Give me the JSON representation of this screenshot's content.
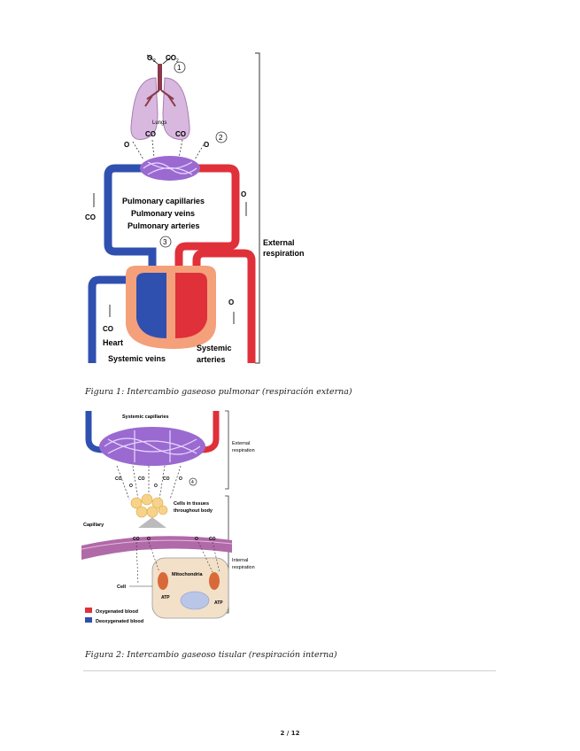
{
  "figure1": {
    "caption": "Figura 1: Intercambio gaseoso pulmonar (respiración externa)",
    "labels": {
      "o2_top": "O",
      "co2_top": "CO",
      "lungs": "Lungs",
      "pulmonary_capillaries": "Pulmonary capillaries",
      "pulmonary_veins": "Pulmonary veins",
      "pulmonary_arteries": "Pulmonary arteries",
      "heart": "Heart",
      "systemic_veins": "Systemic veins",
      "systemic_arteries_1": "Systemic",
      "systemic_arteries_2": "arteries",
      "external_respiration_1": "External",
      "external_respiration_2": "respiration",
      "co2_left": "CO",
      "o2_right": "O",
      "o2_lower_right": "O",
      "co2_lower_left": "CO",
      "step1": "1",
      "step2": "2",
      "step3": "3",
      "sub2": "2"
    }
  },
  "figure2": {
    "caption": "Figura 2: Intercambio gaseoso tisular (respiración interna)",
    "labels": {
      "systemic_capillaries": "Systemic capillaries",
      "external_respiration_1": "External",
      "external_respiration_2": "respiration",
      "cells_in_tissues_1": "Cells in tissues",
      "cells_in_tissues_2": "throughout body",
      "capillary": "Capillary",
      "internal_respiration_1": "Internal",
      "internal_respiration_2": "respiration",
      "mitochondria": "Mitochondria",
      "cell": "Cell",
      "atp": "ATP",
      "legend_oxygenated": "Oxygenated blood",
      "legend_deoxygenated": "Deoxygenated blood",
      "step4": "4",
      "co2": "CO",
      "o2": "O",
      "sub2": "2"
    }
  },
  "page": {
    "number": "2 / 12"
  },
  "colors": {
    "oxygenated": "#e0303a",
    "deoxygenated": "#3050b0",
    "heart": "#f4a07a",
    "lung": "#d9b8e0"
  }
}
